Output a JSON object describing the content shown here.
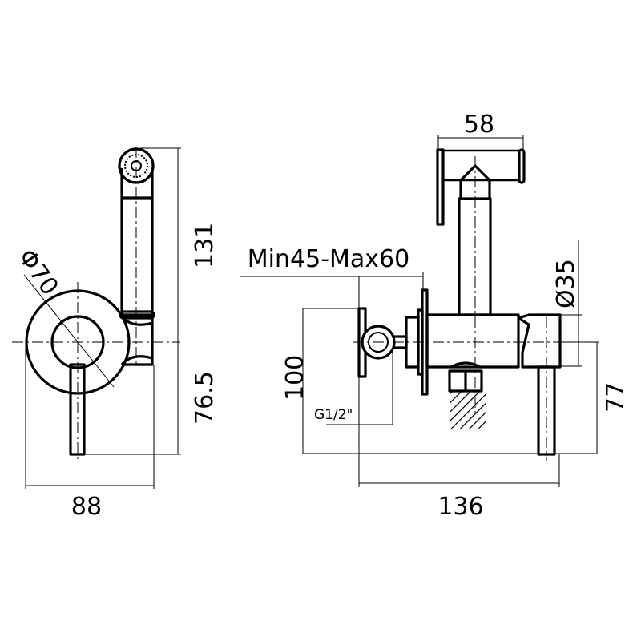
{
  "side_view": {
    "dim_height_top": "131",
    "dim_height_bottom": "76.5",
    "dim_width": "88",
    "dim_diameter": "Φ70"
  },
  "front_view": {
    "dim_handle_width": "58",
    "dim_wall_depth": "Min45-Max60",
    "dim_diameter": "Ø35",
    "dim_height": "100",
    "dim_lever_height": "77",
    "dim_thread": "G1/2\"",
    "dim_total_width": "136"
  }
}
